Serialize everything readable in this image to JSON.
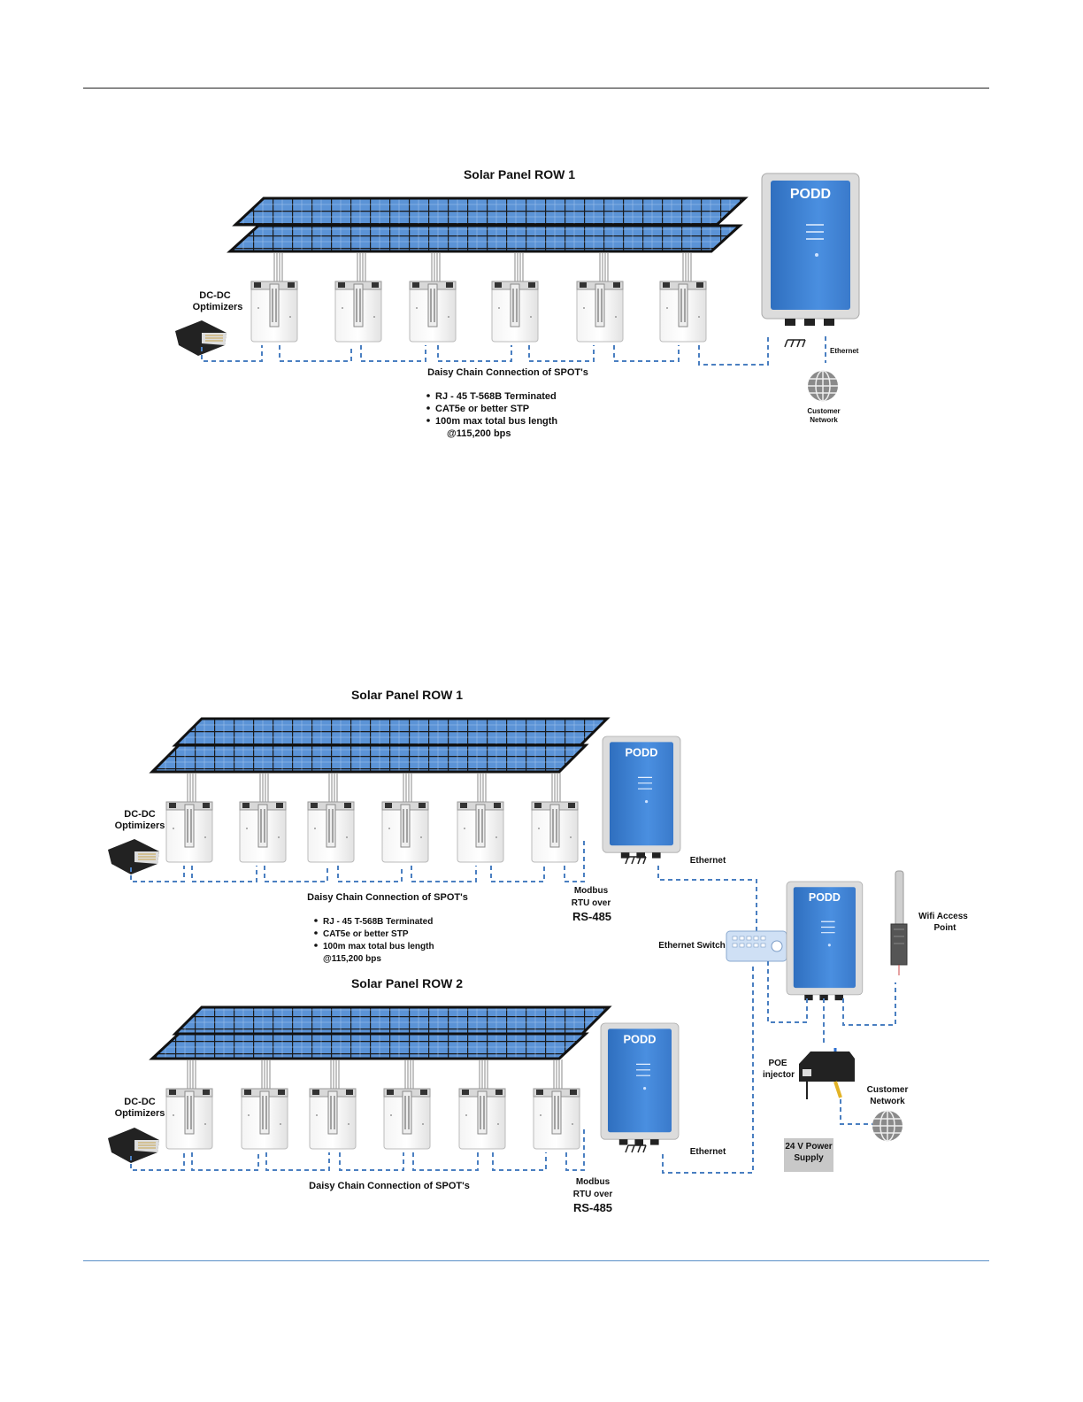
{
  "diagram1": {
    "title": "Solar Panel ROW 1",
    "optimizers_label": [
      "DC-DC",
      "Optimizers"
    ],
    "daisy_chain_label": "Daisy Chain Connection of SPOT's",
    "bullets": [
      "RJ - 45 T-568B Terminated",
      "CAT5e or better STP",
      "100m max total bus length"
    ],
    "bullet_cont": "@115,200 bps",
    "ethernet_label": "Ethernet",
    "customer_network_label": [
      "Customer",
      "Network"
    ],
    "podd_brand": "PODD"
  },
  "diagram2": {
    "row1_title": "Solar Panel ROW 1",
    "row2_title": "Solar Panel ROW 2",
    "optimizers_label": [
      "DC-DC",
      "Optimizers"
    ],
    "daisy_chain_label": "Daisy Chain Connection of SPOT's",
    "bullets": [
      "RJ - 45 T-568B Terminated",
      "CAT5e or better STP",
      "100m max total bus length"
    ],
    "bullet_cont": "@115,200 bps",
    "modbus_label": [
      "Modbus",
      "RTU over"
    ],
    "rs485_label": "RS-485",
    "ethernet_label": "Ethernet",
    "ethernet_switch_label": "Ethernet Switch",
    "wifi_label": [
      "Wifi Access",
      "Point"
    ],
    "poe_label": [
      "POE",
      "injector"
    ],
    "customer_network_label": [
      "Customer",
      "Network"
    ],
    "power_supply_label": [
      "24 V Power",
      "Supply"
    ],
    "podd_brand": "PODD"
  },
  "colors": {
    "panel": "#5b93d6",
    "cable": "#4a7fc1",
    "enclosure": "#3f7fcf"
  }
}
